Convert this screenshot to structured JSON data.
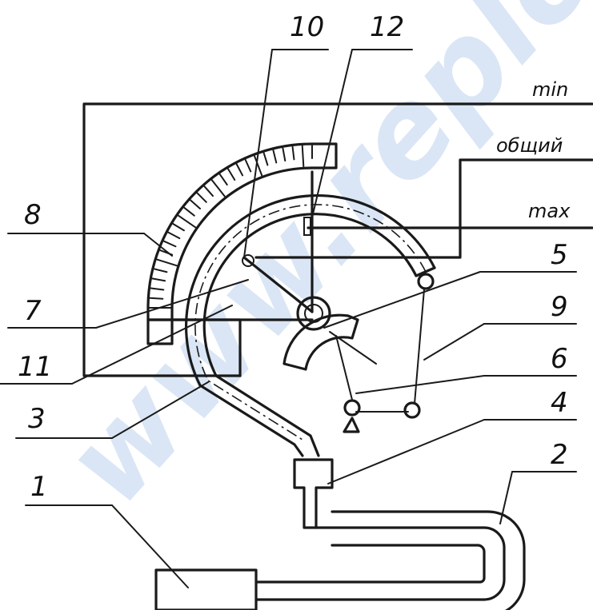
{
  "labels": {
    "n1": "1",
    "n2": "2",
    "n3": "3",
    "n4": "4",
    "n5": "5",
    "n6": "6",
    "n7": "7",
    "n8": "8",
    "n9": "9",
    "n10": "10",
    "n11": "11",
    "n12": "12"
  },
  "signals": {
    "min": "min",
    "common": "общий",
    "max": "max"
  },
  "watermark": "www.replo"
}
